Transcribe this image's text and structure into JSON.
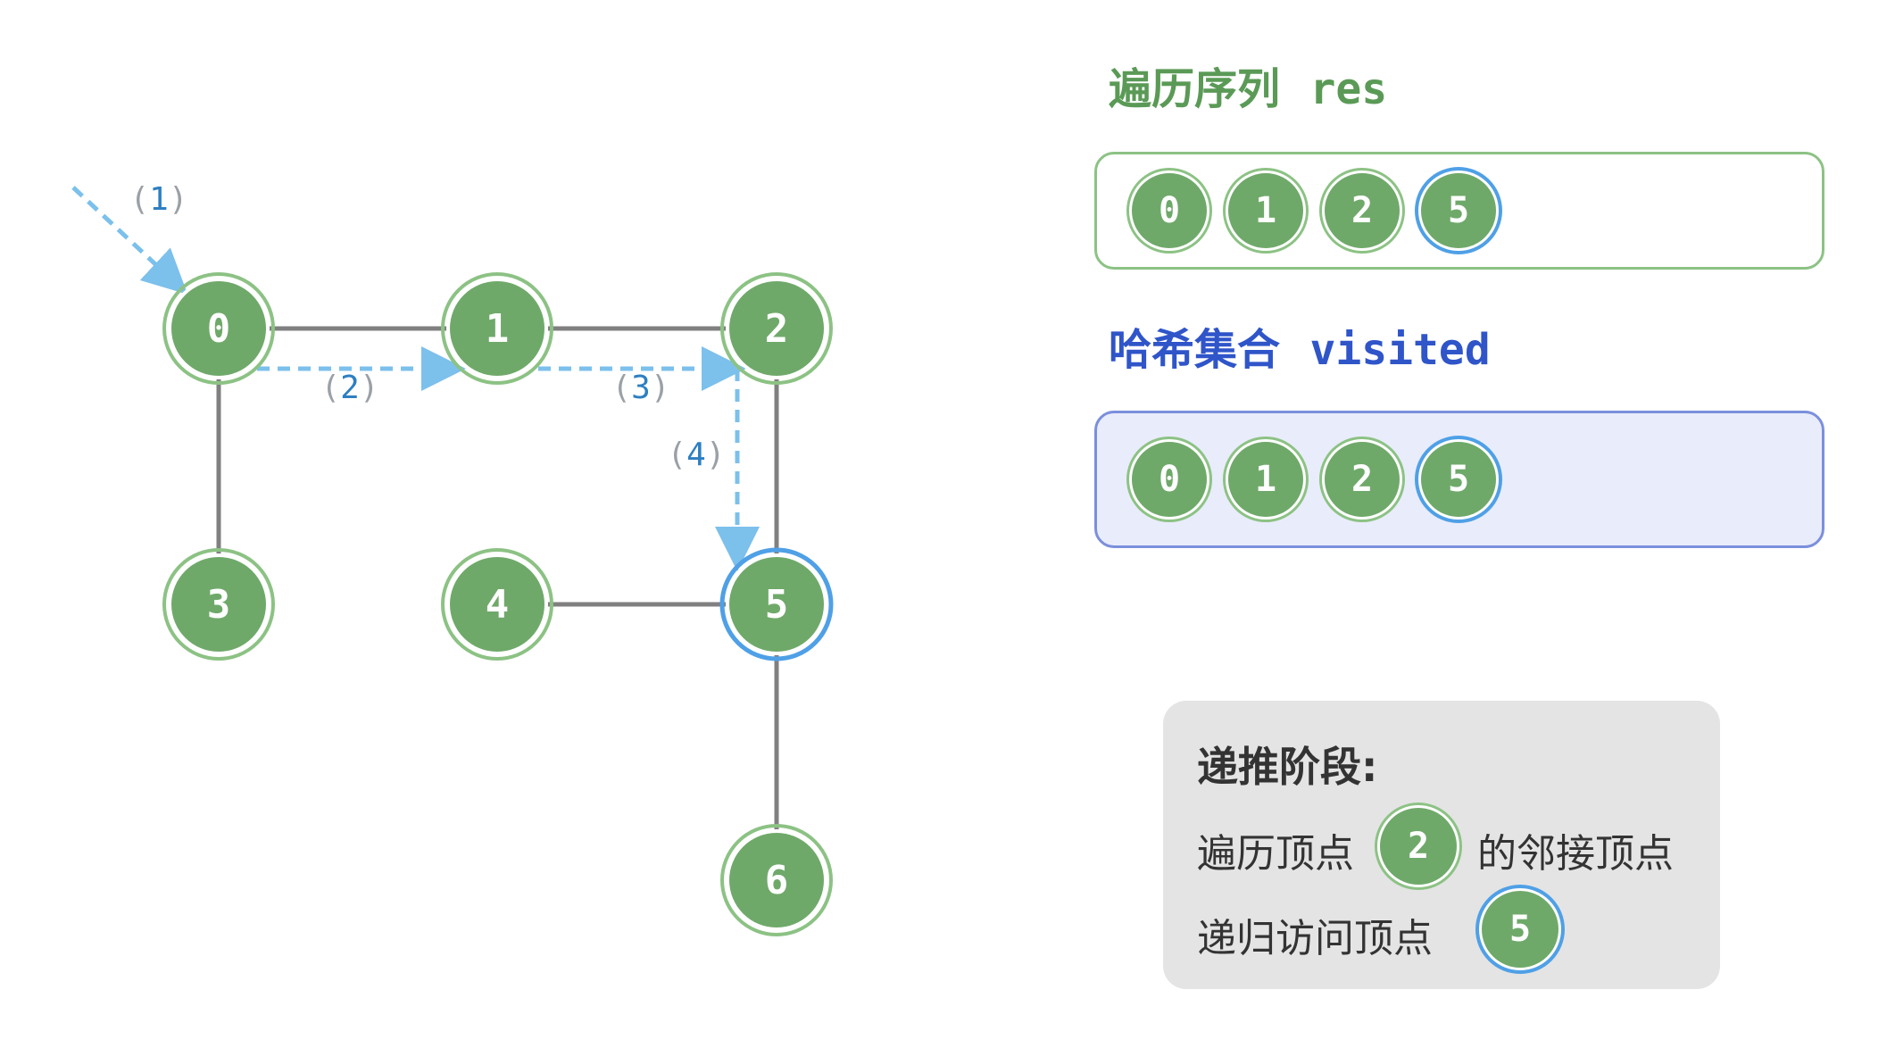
{
  "graph": {
    "vertices": [
      {
        "id": "v0",
        "label": "0",
        "state": "visited"
      },
      {
        "id": "v1",
        "label": "1",
        "state": "visited"
      },
      {
        "id": "v2",
        "label": "2",
        "state": "visited"
      },
      {
        "id": "v3",
        "label": "3",
        "state": "unvisited"
      },
      {
        "id": "v4",
        "label": "4",
        "state": "unvisited"
      },
      {
        "id": "v5",
        "label": "5",
        "state": "current"
      },
      {
        "id": "v6",
        "label": "6",
        "state": "unvisited"
      }
    ],
    "edges": [
      [
        "v0",
        "v1"
      ],
      [
        "v1",
        "v2"
      ],
      [
        "v0",
        "v3"
      ],
      [
        "v2",
        "v5"
      ],
      [
        "v4",
        "v5"
      ],
      [
        "v5",
        "v6"
      ]
    ],
    "traversal_steps": [
      {
        "label": "(1)",
        "from": "start",
        "to": "v0"
      },
      {
        "label": "(2)",
        "from": "v0",
        "to": "v1"
      },
      {
        "label": "(3)",
        "from": "v1",
        "to": "v2"
      },
      {
        "label": "(4)",
        "from": "v2",
        "to": "v5"
      }
    ]
  },
  "res": {
    "title_cn": "遍历序列",
    "title_code": "res",
    "items": [
      "0",
      "1",
      "2",
      "5"
    ]
  },
  "visited": {
    "title_cn": "哈希集合",
    "title_code": "visited",
    "items": [
      "0",
      "1",
      "2",
      "5"
    ]
  },
  "step_panel": {
    "title": "递推阶段:",
    "line1_prefix": "遍历顶点",
    "line1_vertex": "2",
    "line1_suffix": "的邻接顶点",
    "line2_prefix": "递归访问顶点",
    "line2_vertex": "5"
  },
  "colors": {
    "vertex_fill": "#6fa96a",
    "vertex_ring": "#8cc284",
    "current_ring": "#4fa0e6",
    "edge": "#808080",
    "arrow": "#7cc0ec",
    "res_title": "#5a9a56",
    "visited_title": "#2f55c9"
  }
}
